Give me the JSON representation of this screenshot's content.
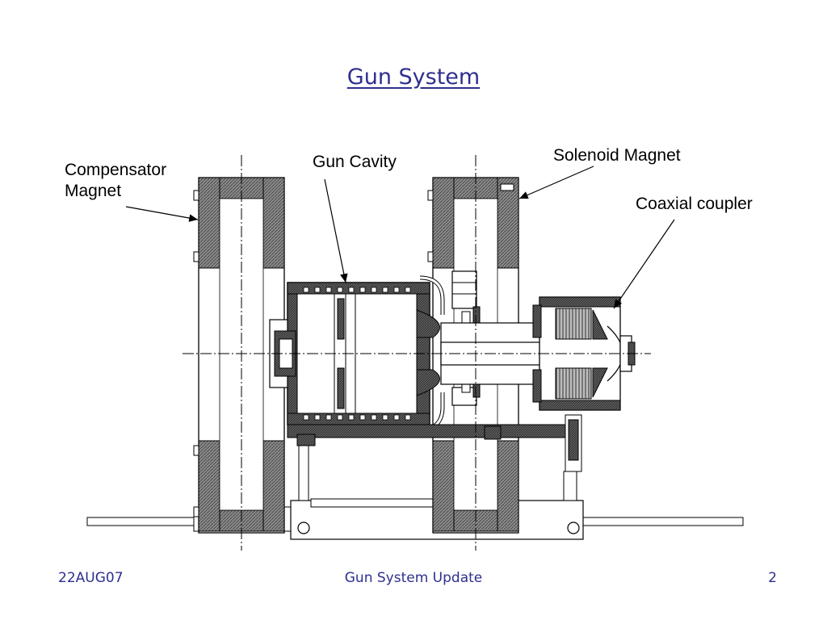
{
  "slide": {
    "title": "Gun System"
  },
  "labels": {
    "compensator_line1": "Compensator",
    "compensator_line2": "Magnet",
    "gun_cavity": "Gun Cavity",
    "solenoid_magnet": "Solenoid Magnet",
    "coaxial_coupler": "Coaxial coupler"
  },
  "footer": {
    "date": "22AUG07",
    "title": "Gun System Update",
    "page": "2"
  },
  "colors": {
    "title": "#2f2f8f",
    "hatch": "#7a7a7a",
    "line": "#000000"
  }
}
